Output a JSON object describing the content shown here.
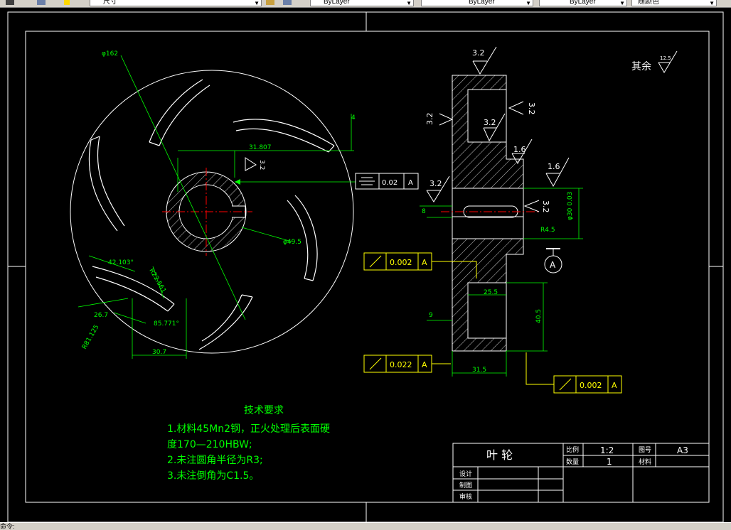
{
  "toolbar": {
    "dimension_style": "尺寸",
    "layer": "ByLayer",
    "linetype": "ByLayer",
    "lineweight": "ByLayer",
    "plot_style": "随颜色"
  },
  "status": {
    "command": "命令:"
  },
  "colors": {
    "background": "#000000",
    "white": "#ffffff",
    "green": "#00ff00",
    "yellow": "#ffff00",
    "red": "#ff0000",
    "cyan": "#00ffff"
  },
  "drawing": {
    "dim_phi162": "φ162",
    "dim_31807": "31.807",
    "dim_4": "4",
    "dim_phi495": "φ49.5",
    "dim_42103": "42.103°",
    "dim_r22561": "R22.561",
    "dim_267": "26.7",
    "dim_r81125": "R81.125",
    "dim_85771": "85.771°",
    "dim_307": "30.7",
    "rough_32a": "3.2",
    "rough_32b": "3.2",
    "rough_32c": "3.2",
    "rough_32d": "3.2",
    "rough_32e": "3.2",
    "rough_16a": "1.6",
    "rough_16b": "1.6",
    "rough_32side": "3.2",
    "rough_32f": "3.2",
    "rough_rest_label": "其余",
    "rough_rest_value": "12.5",
    "tol1_value": "0.02",
    "tol1_datum": "A",
    "tol2_value": "0.002",
    "tol2_datum": "A",
    "tol3_value": "0.022",
    "tol3_datum": "A",
    "tol4_value": "0.002",
    "tol4_datum": "A",
    "datum_label": "A",
    "dim_phi30": "φ30 0.03",
    "dim_r45": "R4.5",
    "dim_8": "8",
    "dim_255": "25.5",
    "dim_405": "40.5",
    "dim_9": "9",
    "dim_315": "31.5"
  },
  "tech": {
    "title": "技术要求",
    "line1": "1.材料45Mn2钢，正火处理后表面硬",
    "line2": "度170—210HBW;",
    "line3": "2.未注圆角半径为R3;",
    "line4": "3.未注倒角为C1.5。"
  },
  "title_block": {
    "part_name": "叶 轮",
    "scale_label": "比例",
    "scale_value": "1:2",
    "drawing_no_label": "图号",
    "drawing_no_value": "A3",
    "qty_label": "数量",
    "qty_value": "1",
    "material_label": "材料",
    "design_label": "设计",
    "draw_label": "制图",
    "check_label": "审核"
  }
}
